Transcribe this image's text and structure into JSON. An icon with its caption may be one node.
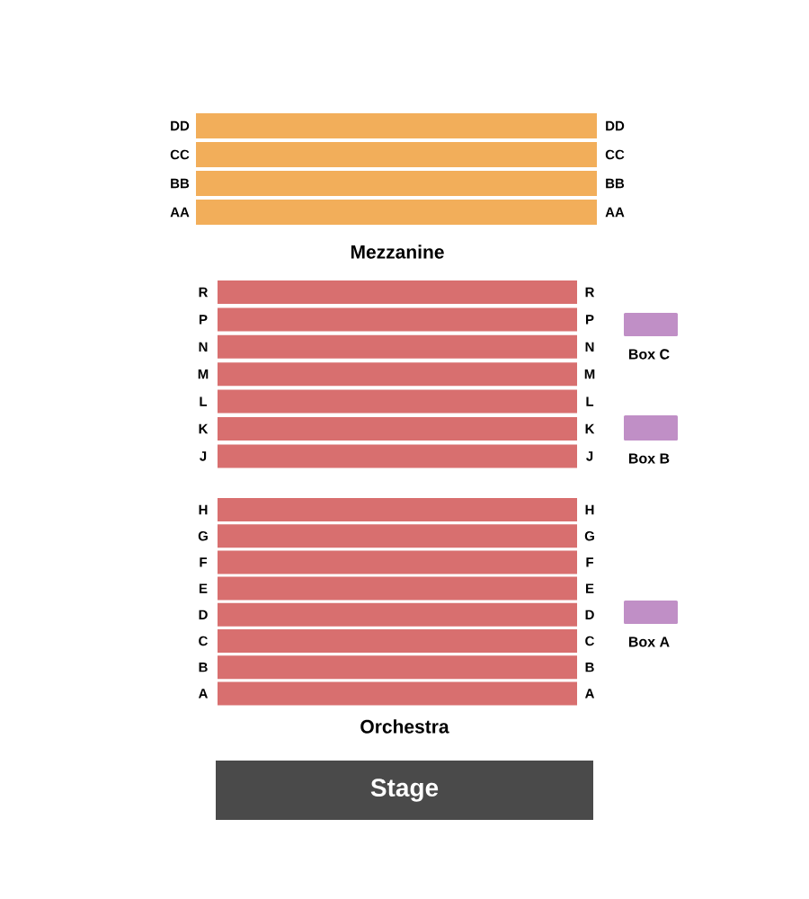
{
  "diagram": {
    "nodes": [
      {
        "text": [],
        "shape": "bar",
        "beside": [
          "DD",
          "DD"
        ]
      },
      {
        "text": [],
        "shape": "bar",
        "beside": [
          "CC",
          "CC"
        ]
      },
      {
        "text": [],
        "shape": "bar",
        "beside": [
          "BB",
          "BB"
        ]
      },
      {
        "text": [],
        "shape": "bar",
        "beside": [
          "AA",
          "AA"
        ]
      },
      {
        "text": [],
        "shape": "bar",
        "beside": [
          "R",
          "R"
        ]
      },
      {
        "text": [],
        "shape": "bar",
        "beside": [
          "P",
          "P"
        ]
      },
      {
        "text": [],
        "shape": "bar",
        "beside": [
          "N",
          "N"
        ]
      },
      {
        "text": [],
        "shape": "bar",
        "beside": [
          "M",
          "M"
        ]
      },
      {
        "text": [],
        "shape": "bar",
        "beside": [
          "L",
          "L"
        ]
      },
      {
        "text": [],
        "shape": "bar",
        "beside": [
          "K",
          "K"
        ]
      },
      {
        "text": [],
        "shape": "bar",
        "beside": [
          "J",
          "J"
        ]
      },
      {
        "text": [],
        "shape": "bar",
        "beside": [
          "H",
          "H"
        ]
      },
      {
        "text": [],
        "shape": "bar",
        "beside": [
          "G",
          "G"
        ]
      },
      {
        "text": [],
        "shape": "bar",
        "beside": [
          "F",
          "F"
        ]
      },
      {
        "text": [],
        "shape": "bar",
        "beside": [
          "E",
          "E"
        ]
      },
      {
        "text": [],
        "shape": "bar",
        "beside": [
          "D",
          "D"
        ]
      },
      {
        "text": [],
        "shape": "bar",
        "beside": [
          "C",
          "C"
        ]
      },
      {
        "text": [],
        "shape": "bar",
        "beside": [
          "B",
          "B"
        ]
      },
      {
        "text": [],
        "shape": "bar",
        "beside": [
          "A",
          "A"
        ]
      },
      {
        "text": [],
        "shape": "box",
        "beside": [
          "Box C"
        ]
      },
      {
        "text": [],
        "shape": "box",
        "beside": [
          "Box B"
        ]
      },
      {
        "text": [],
        "shape": "box",
        "beside": [
          "Box A"
        ]
      },
      {
        "text": [
          "Stage"
        ]
      }
    ],
    "labels": [
      "Mezzanine",
      "Orchestra"
    ]
  }
}
